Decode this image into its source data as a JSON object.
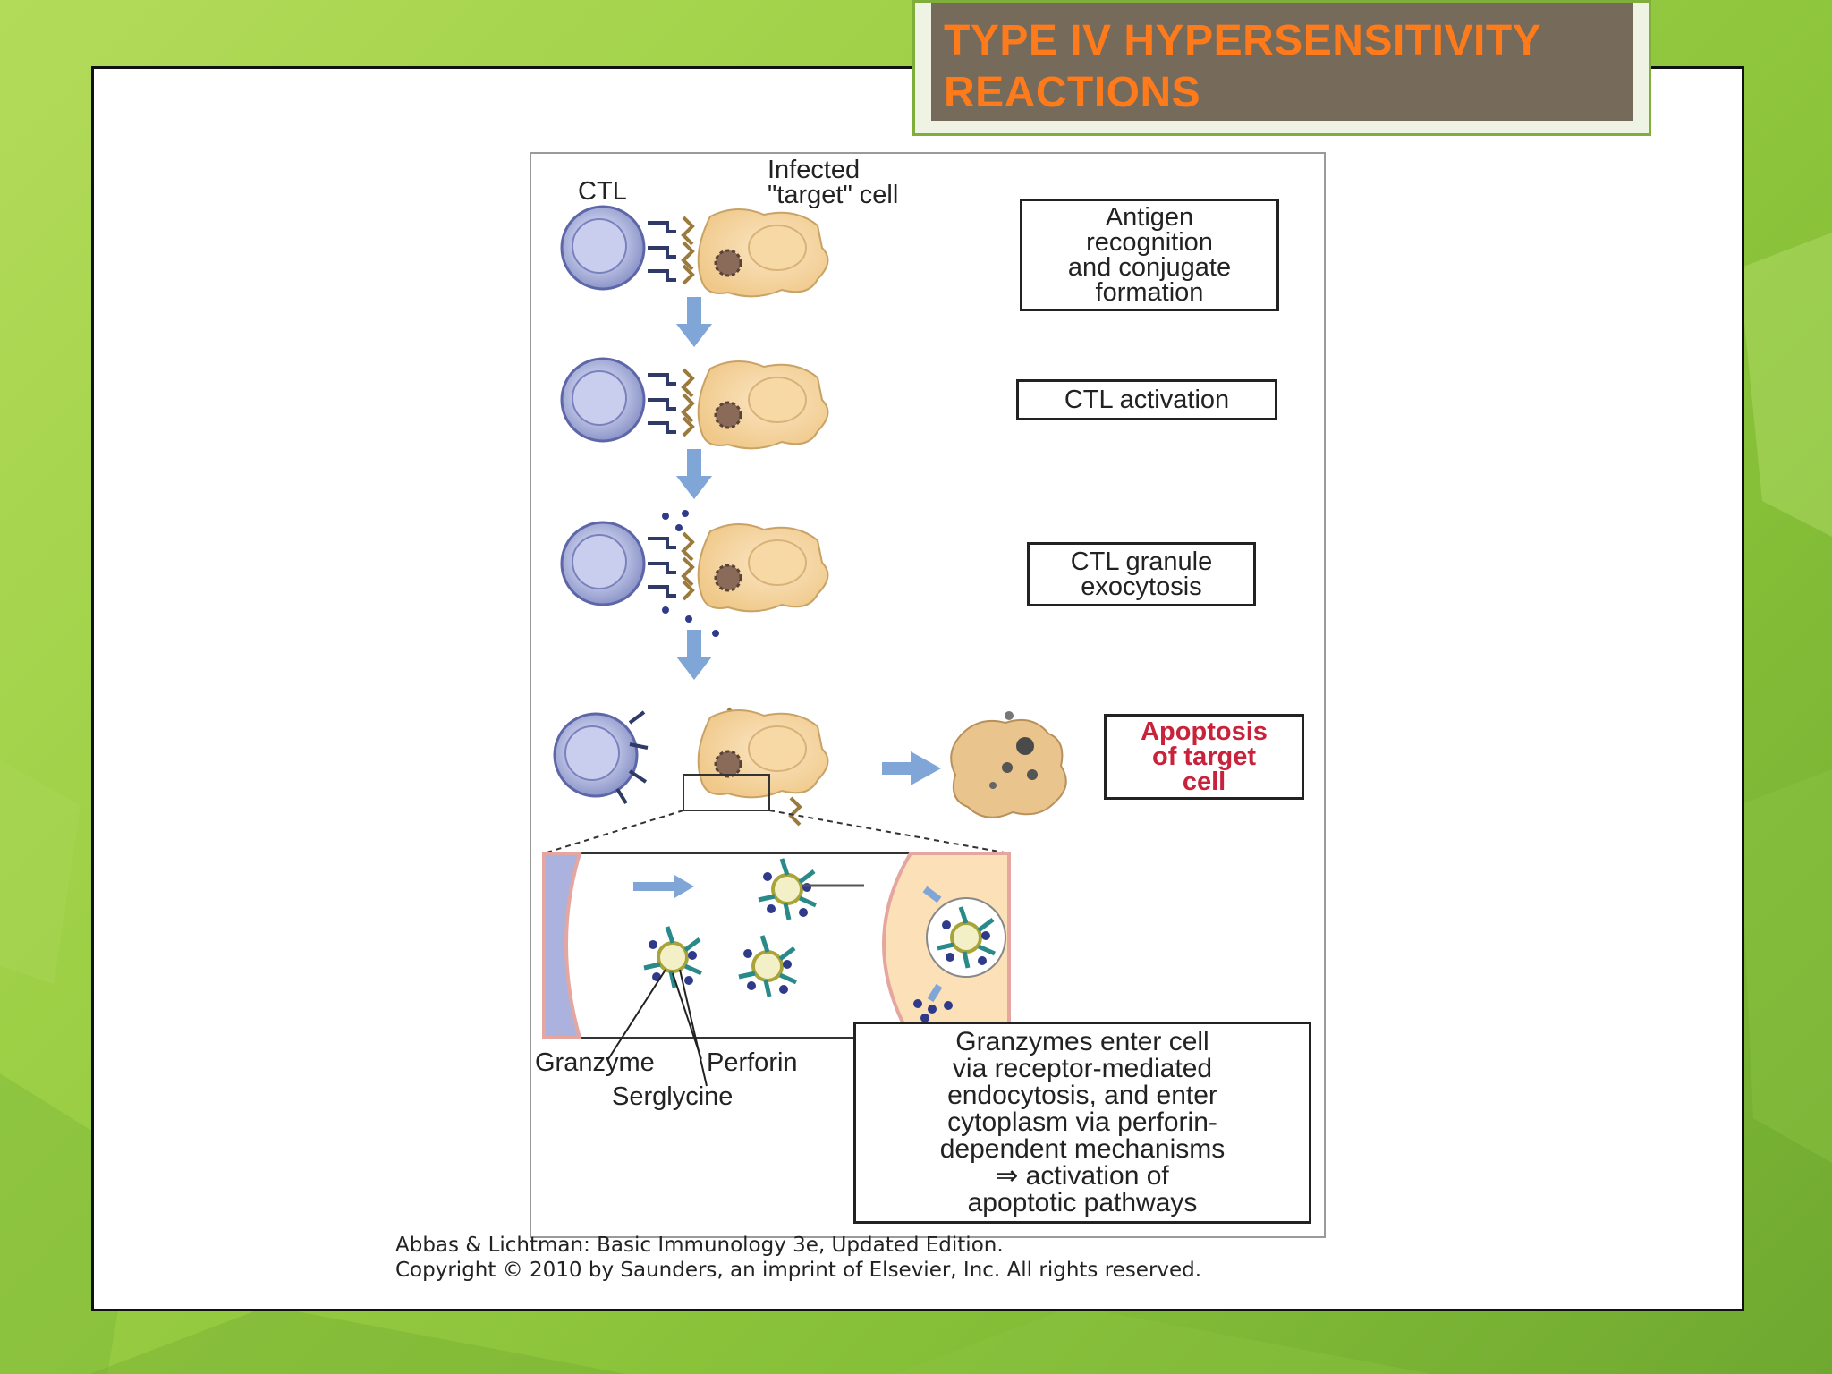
{
  "slide": {
    "title_line1": "TYPE IV HYPERSENSITIVITY",
    "title_line2": "REACTIONS",
    "colors": {
      "background": "#9ccf45",
      "title_box": "#766a5b",
      "title_text": "#ff7a1a",
      "accent_red": "#c8233b"
    }
  },
  "figure": {
    "ctl_label": "CTL",
    "target_label_line1": "Infected",
    "target_label_line2": "\"target\" cell",
    "stages": [
      {
        "lines": [
          "Antigen",
          "recognition",
          "and conjugate",
          "formation"
        ]
      },
      {
        "lines": [
          "CTL activation"
        ]
      },
      {
        "lines": [
          "CTL granule",
          "exocytosis"
        ]
      },
      {
        "lines": [
          "Apoptosis",
          "of target",
          "cell"
        ]
      }
    ],
    "granule_labels": {
      "granzyme": "Granzyme",
      "perforin": "Perforin",
      "serglycine": "Serglycine"
    },
    "mechanism_lines": [
      "Granzymes enter cell",
      "via receptor-mediated",
      "endocytosis, and enter",
      "cytoplasm via perforin-",
      "dependent mechanisms",
      "⇒ activation of",
      "apoptotic pathways"
    ]
  },
  "caption": {
    "line1": "Abbas & Lichtman: Basic Immunology 3e, Updated Edition.",
    "line2": "Copyright © 2010 by Saunders, an imprint of Elsevier, Inc. All rights reserved."
  }
}
